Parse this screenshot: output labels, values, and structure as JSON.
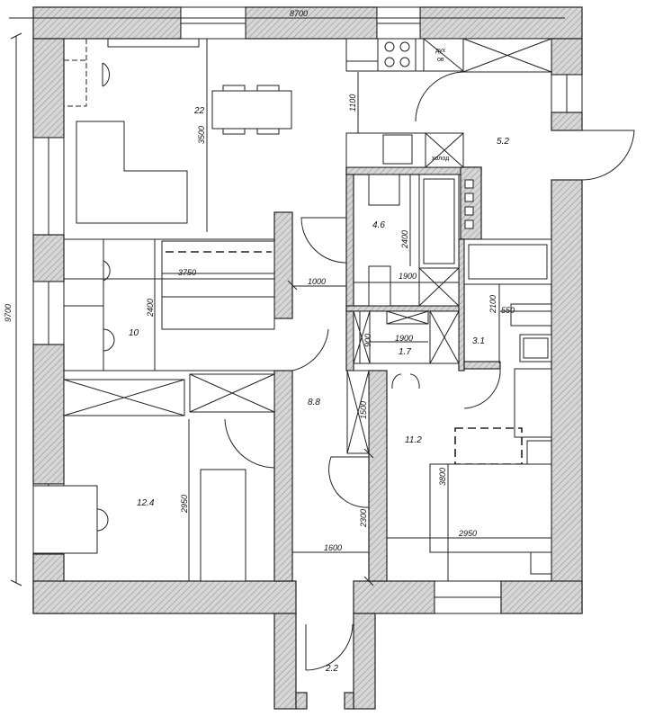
{
  "rooms": {
    "living": "22",
    "bedroom": "10",
    "kitchen": "4.6",
    "hall": "5.2",
    "corridor": "8.8",
    "toilet": "1.7",
    "bath": "3.1",
    "bedroom_large": "11.2",
    "bedroom_small": "12.4",
    "entry": "2.2"
  },
  "dimensions": {
    "total_width": "8700",
    "total_height": "9700",
    "living_depth": "3500",
    "kitchen_width": "1100",
    "kitchen_depth": "2400",
    "bedroom_width": "3750",
    "bedroom_depth": "2400",
    "corridor_width": "1000",
    "kitchen_span": "1900",
    "bath_depth": "2100",
    "bath_width": "550",
    "toilet_depth": "900",
    "toilet_width": "1900",
    "closet_depth": "1500",
    "small_bed_depth": "2950",
    "corridor_depth": "2300",
    "corridor_span": "1600",
    "large_bed_depth": "3800",
    "large_bed_width": "2950"
  },
  "appliance_labels": {
    "oven": "дух",
    "oven_line2": "ов",
    "fridge": "холод"
  }
}
